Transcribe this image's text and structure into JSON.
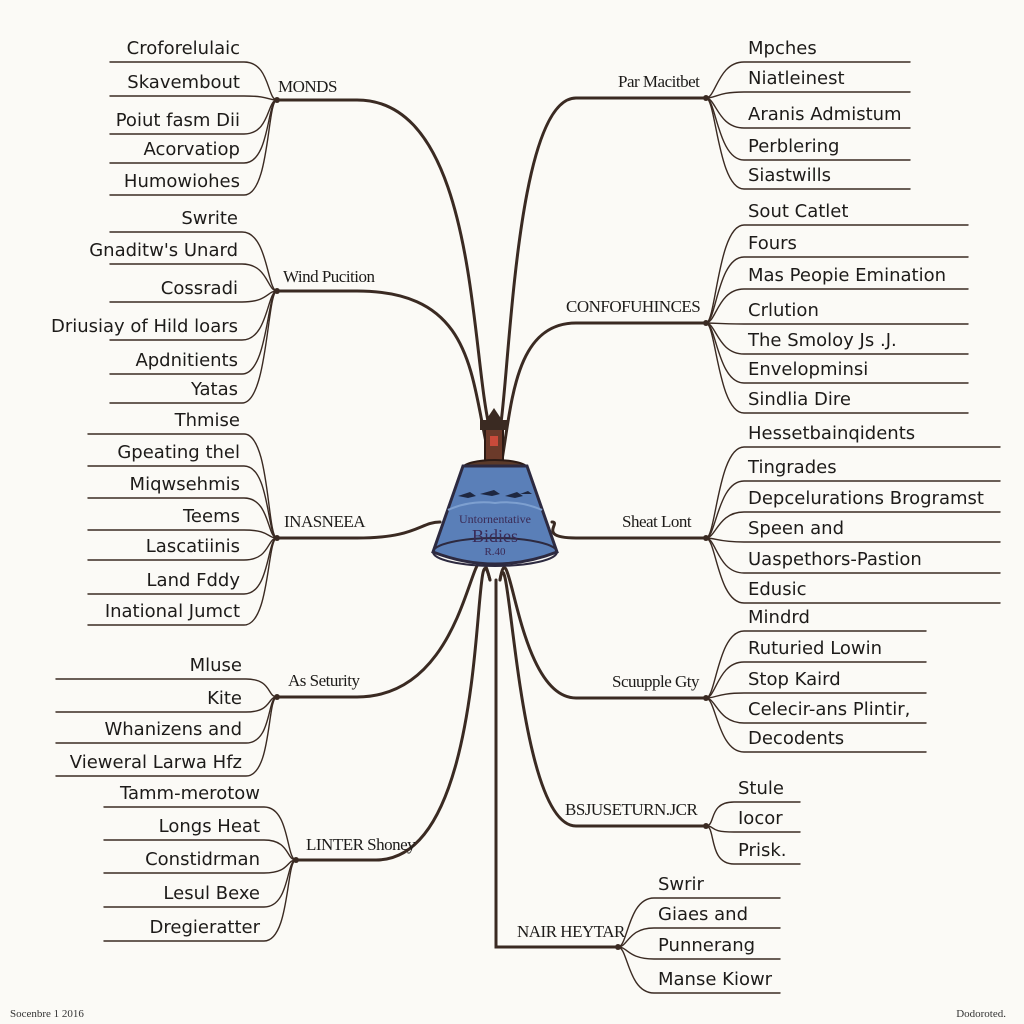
{
  "central": {
    "line1": "Untornentative",
    "line2": "Bidies",
    "line3": "R.40"
  },
  "branches": [
    {
      "label": "MONDS",
      "side": "left",
      "leaves": [
        "Croforelulaic",
        "Skavembout",
        "Poiut fasm Dii",
        "Acorvatiop",
        "Humowiohes"
      ]
    },
    {
      "label": "Wind Pucition",
      "side": "left",
      "leaves": [
        "Swrite",
        "Gnaditw's Unard",
        "Cossradi",
        "Driusiay of Hild loars",
        "Apdnitients",
        "Yatas"
      ]
    },
    {
      "label": "INASNEEA",
      "side": "left",
      "leaves": [
        "Thmise",
        "Gpeating thel",
        "Miqwsehmis",
        "Teems",
        "Lascatiinis",
        "Land Fddy",
        "Inational Jumct"
      ]
    },
    {
      "label": "As Seturity",
      "side": "left",
      "leaves": [
        "Mluse",
        "Kite",
        "Whanizens and",
        "Vieweral Larwa Hfz"
      ]
    },
    {
      "label": "LINTER Shoney",
      "side": "left",
      "leaves": [
        "Tamm-merotow",
        "Longs Heat",
        "Constidrman",
        "Lesul Bexe",
        "Dregieratter"
      ]
    },
    {
      "label": "Par Macitbet",
      "side": "right",
      "leaves": [
        "Mpches",
        "Niatleinest",
        "Aranis Admistum",
        "Perblering",
        "Siastwills"
      ]
    },
    {
      "label": "CONFOFUHINCES",
      "side": "right",
      "leaves": [
        "Sout Catlet",
        "Fours",
        "Mas Peopie Emination",
        "Crlution",
        "The Smoloy Js .J.",
        "Envelopminsi",
        "Sindlia Dire"
      ]
    },
    {
      "label": "Sheat Lont",
      "side": "right",
      "leaves": [
        "Hessetbainqidents",
        "Tingrades",
        "Depcelurations Brogramst",
        "Speen and",
        "Uaspethors-Pastion",
        "Edusic"
      ]
    },
    {
      "label": "Scuupple Gty",
      "side": "right",
      "leaves": [
        "Mindrd",
        "Ruturied Lowin",
        "Stop Kaird",
        "Celecir-ans Plintir,",
        "Decodents"
      ]
    },
    {
      "label": "BSJUSETURN.JCR",
      "side": "right",
      "leaves": [
        "Stule",
        "Iocor",
        "Prisk."
      ]
    },
    {
      "label": "NAIR HEYTAR",
      "side": "right",
      "leaves": [
        "Swrir",
        "Giaes and",
        "Punnerang",
        "Manse Kiowr"
      ]
    }
  ],
  "footer": {
    "left": "Socenbre 1 2016",
    "right": "Dodoroted."
  },
  "colors": {
    "line": "#3a2a22",
    "background": "#fbfaf6",
    "icon_body": "#5a7fb8",
    "icon_top": "#5a3a2a",
    "text": "#1d1b19"
  }
}
